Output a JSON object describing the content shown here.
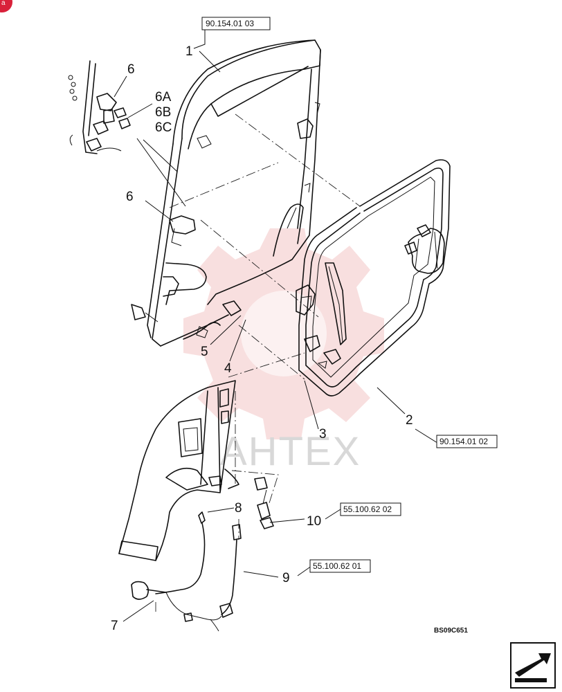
{
  "corner_badge": "a",
  "watermark_text": "AHTEX",
  "drawing_code": "BS09C651",
  "colors": {
    "line": "#111111",
    "watermark": "#f3c4c4",
    "badge": "#d9213a"
  },
  "callouts": {
    "c1": "1",
    "c2": "2",
    "c3": "3",
    "c4": "4",
    "c5": "5",
    "c6_top": "6",
    "c6_mid": "6",
    "c6a": "6A",
    "c6b": "6B",
    "c6c": "6C",
    "c7": "7",
    "c8": "8",
    "c9": "9",
    "c10": "10"
  },
  "references": {
    "r1": "90.154.01 03",
    "r2": "90.154.01 02",
    "r9": "55.100.62 01",
    "r10": "55.100.62 02"
  },
  "nav_icon": "next-page-arrow-icon"
}
